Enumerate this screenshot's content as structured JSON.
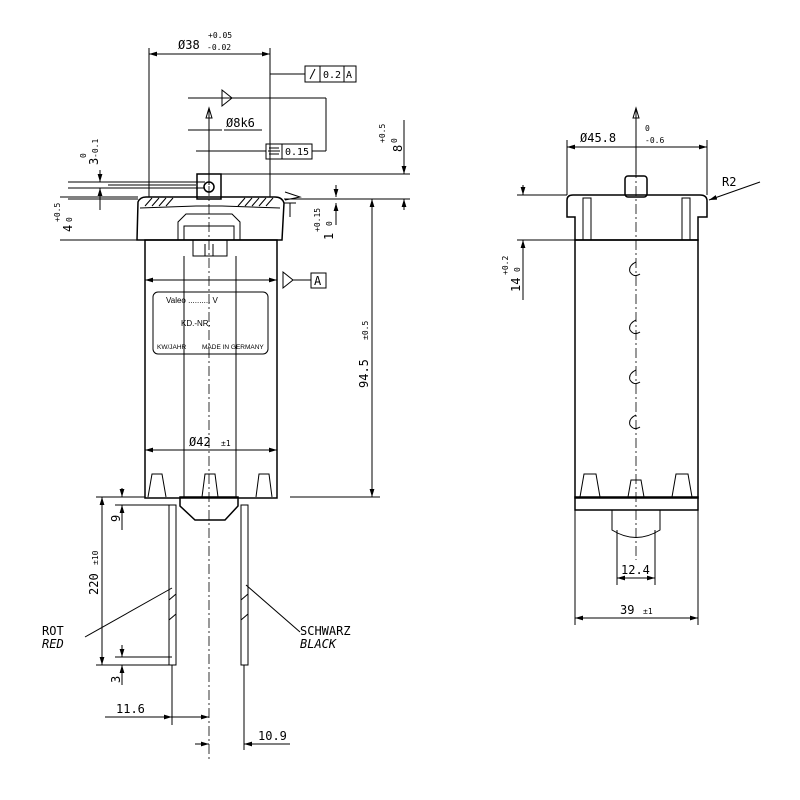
{
  "left_view": {
    "dia38": {
      "main": "Ø38",
      "upper": "+0.05",
      "lower": "-0.02"
    },
    "runout_frame": {
      "value": "0.2",
      "datum": "A"
    },
    "shaft_fit": "Ø8k6",
    "symmetry_frame": {
      "value": "0.15"
    },
    "dim_3": {
      "main": "3",
      "upper": "0",
      "lower": "-0.1"
    },
    "dim_8": {
      "main": "8",
      "upper": "+0.5",
      "lower": "0"
    },
    "dim_4": {
      "main": "4",
      "upper": "+0.5",
      "lower": "0"
    },
    "dim_1": {
      "main": "1",
      "upper": "+0.15",
      "lower": "0"
    },
    "datum_a": "A",
    "length": {
      "main": "94.5",
      "tol": "±0.5"
    },
    "dia42": {
      "main": "Ø42",
      "tol": "±1"
    },
    "nameplate": {
      "line1": "Valeo .......... V",
      "line2": "KD.-NR.",
      "line3a": "KW/JAHR",
      "line3b": "MADE IN GERMANY"
    },
    "dim_9": "9",
    "wire_length": {
      "main": "220",
      "tol": "±10"
    },
    "dim_3b": "3",
    "wire_red": {
      "de": "ROT",
      "en": "RED"
    },
    "wire_black": {
      "de": "SCHWARZ",
      "en": "BLACK"
    },
    "dim_11_6": "11.6",
    "dim_10_9": "10.9"
  },
  "right_view": {
    "dia45": {
      "main": "Ø45.8",
      "upper": "0",
      "lower": "-0.6"
    },
    "radius": "R2",
    "dim_14": {
      "main": "14",
      "upper": "+0.2",
      "lower": "0"
    },
    "dim_12_4": "12.4",
    "width": {
      "main": "39",
      "tol": "±1"
    }
  }
}
